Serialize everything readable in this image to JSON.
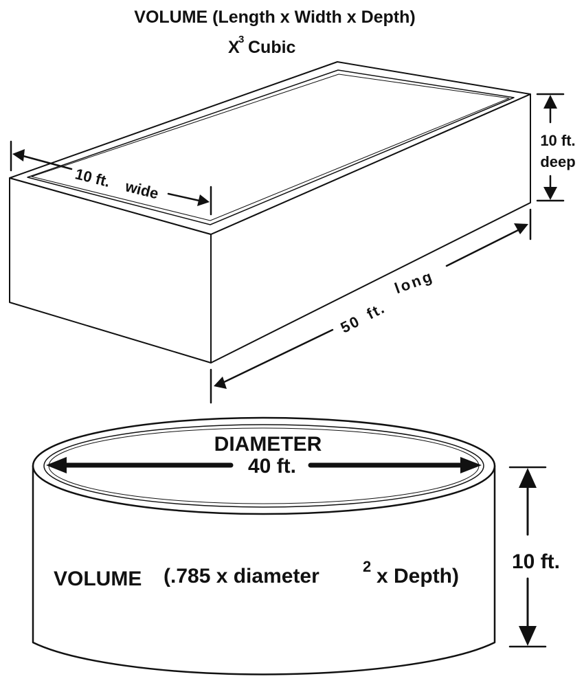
{
  "rect_tank": {
    "title": "VOLUME (Length x Width x Depth)",
    "cubic_base": "X",
    "cubic_exp": "3",
    "cubic_word": "Cubic",
    "width_num": "10 ft.",
    "width_word": "wide",
    "depth_num": "10 ft.",
    "depth_word": "deep",
    "length_num": "50",
    "length_ft": "ft.",
    "length_word": "long"
  },
  "round_tank": {
    "diameter_label": "DIAMETER",
    "diameter_value": "40 ft.",
    "depth_value": "10 ft.",
    "formula_lead": "VOLUME",
    "formula_main": "(.785 x diameter",
    "formula_exp": "2",
    "formula_tail": "x Depth)"
  }
}
